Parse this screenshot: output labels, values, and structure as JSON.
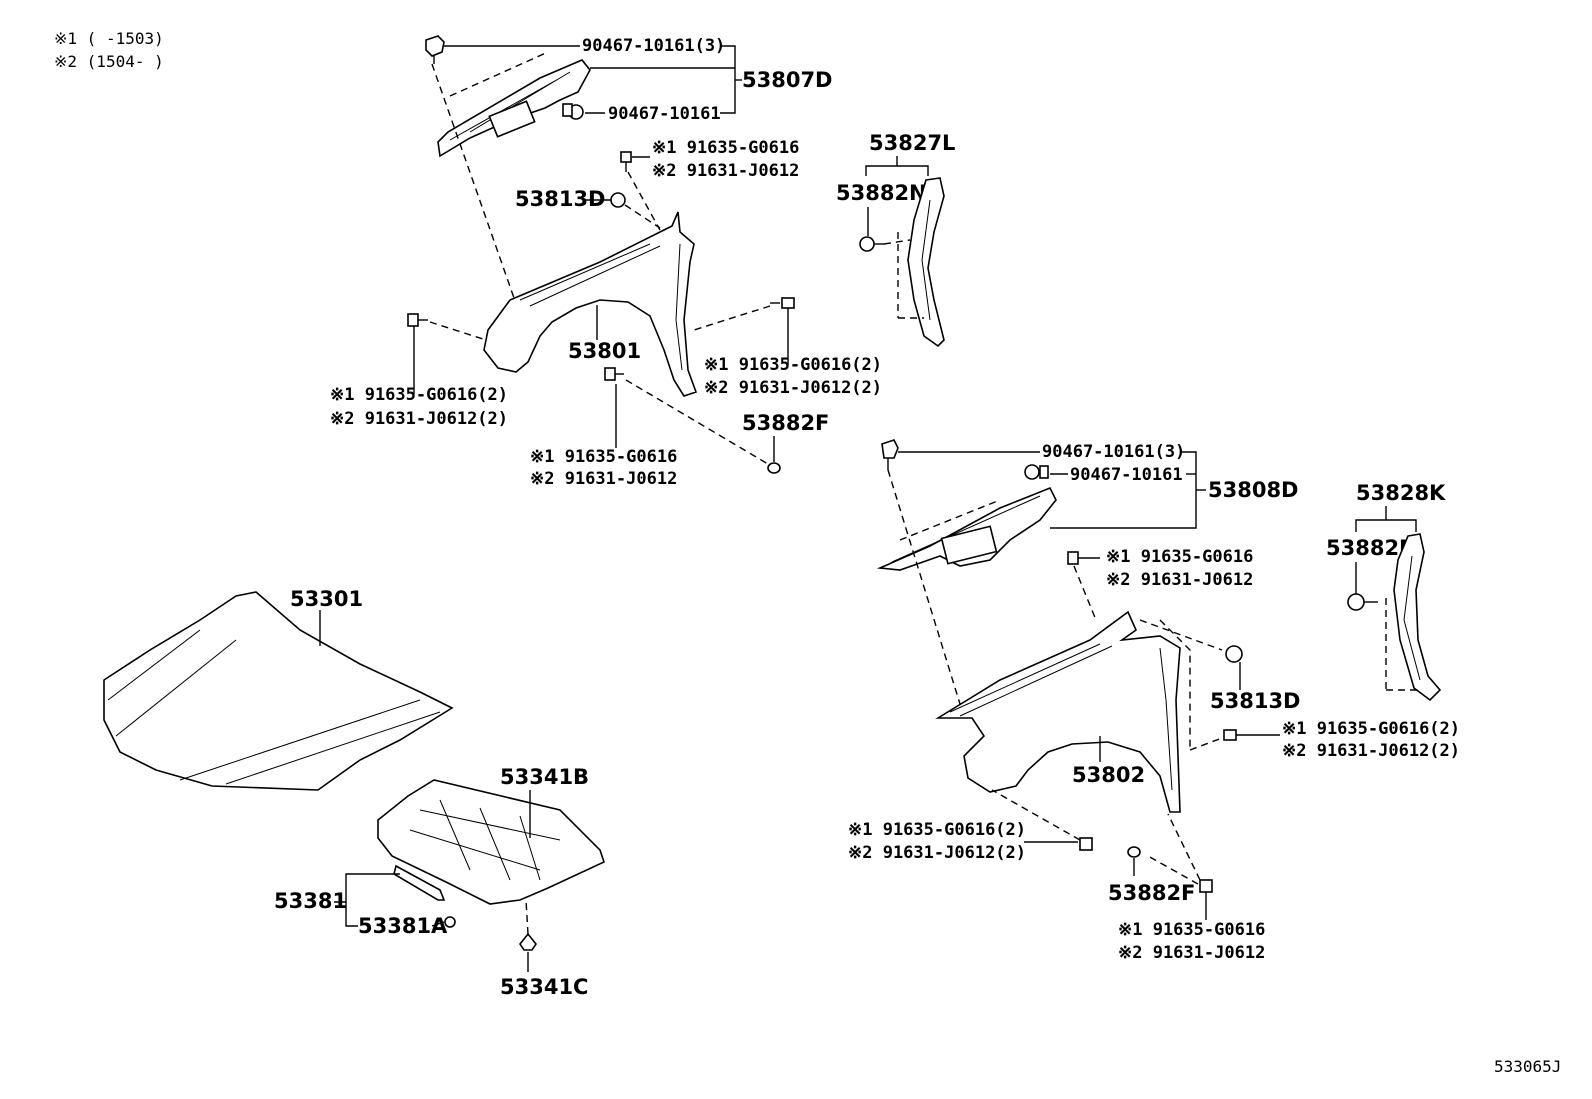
{
  "notes": {
    "n1": "※1 (      -1503)",
    "n2": "※2 (1504-      )"
  },
  "labels": {
    "a": "90467-10161(3)",
    "b": "90467-10161",
    "c": "53807D",
    "d": "※1 91635-G0616",
    "e": "※2 91631-J0612",
    "f": "53813D",
    "g": "53827L",
    "h": "53882N",
    "i": "53801",
    "j": "※1 91635-G0616(2)",
    "k": "※2 91631-J0612(2)",
    "l": "※1 91635-G0616(2)",
    "m": "※2 91631-J0612(2)",
    "n": "53882F",
    "o": "※1 91635-G0616",
    "p": "※2 91631-J0612",
    "q": "90467-10161(3)",
    "r": "90467-10161",
    "s": "53808D",
    "t": "53828K",
    "u": "53882N",
    "v": "※1 91635-G0616",
    "w": "※2 91631-J0612",
    "x": "53813D",
    "y": "※1 91635-G0616(2)",
    "z": "※2 91631-J0612(2)",
    "aa": "53802",
    "ab": "※1 91635-G0616(2)",
    "ac": "※2 91631-J0612(2)",
    "ad": "53882F",
    "ae": "※1 91635-G0616",
    "af": "※2 91631-J0612",
    "ag": "53301",
    "ah": "53341B",
    "ai": "53381",
    "aj": "53381A",
    "ak": "53341C"
  },
  "diagram_code": "533065J"
}
